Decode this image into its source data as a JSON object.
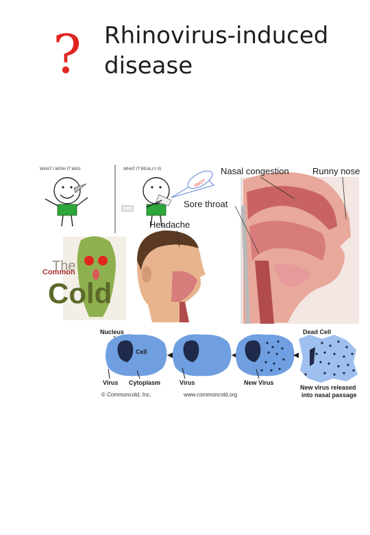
{
  "slide": {
    "title": "Rhinovirus-induced disease",
    "decoration_icon": "question-mark-icon",
    "decoration_glyph": "?"
  },
  "comic": {
    "left_caption": "WHAT I WISH IT WAS",
    "right_caption": "WHAT IT REALLY IS",
    "snot_label": "SNOT!"
  },
  "anatomy": {
    "nasal_congestion": "Nasal congestion",
    "runny_nose": "Runny nose",
    "sore_throat": "Sore throat",
    "headache": "Headache"
  },
  "logo": {
    "the": "The",
    "common": "Common",
    "cold": "Cold"
  },
  "infection": {
    "nucleus": "Nucleus",
    "cell": "Cell",
    "virus_1": "Virus",
    "cytoplasm": "Cytoplasm",
    "virus_2": "Virus",
    "new_virus": "New Virus",
    "dead_cell": "Dead Cell",
    "released_line1": "New virus released",
    "released_line2": "into nasal passage",
    "copyright": "© Commoncold, Inc.",
    "website": "www.commoncold.org"
  },
  "colors": {
    "accent_red": "#e0261f",
    "cell_blue": "#6f9fe0",
    "nucleus_dark": "#1f2a4a",
    "tissue_pink": "#e58a8a",
    "logo_olive": "#5b6a2a"
  }
}
